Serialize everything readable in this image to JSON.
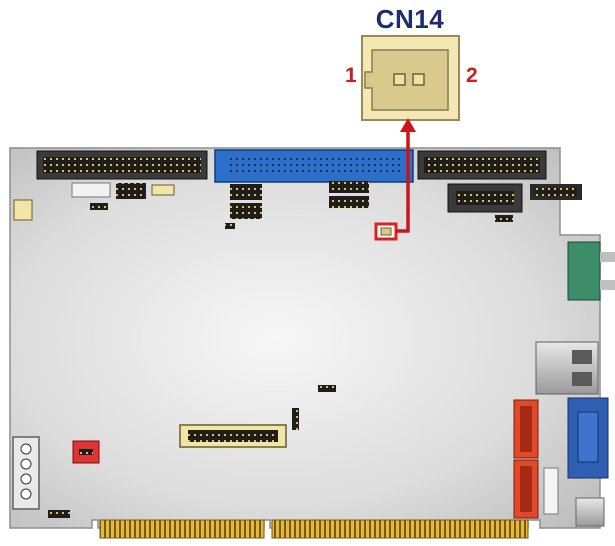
{
  "connector": {
    "title": "CN14",
    "pin_left": "1",
    "pin_right": "2"
  },
  "colors": {
    "title": "#1c2c6e",
    "pin_labels": "#d11a1a",
    "highlight": "#e02020",
    "connector_body": "#f3e7b6",
    "board": "#d4d4d4",
    "ide_connector": "#2c6fc9",
    "header_black": "#2a2a2a",
    "sata": "#e04a2a",
    "serial_port": "#3d8c6a",
    "vga_port": "#2f5fb3",
    "gold_fingers": "#d8b23a"
  },
  "icons": {
    "arrow": "arrow-up-icon"
  }
}
